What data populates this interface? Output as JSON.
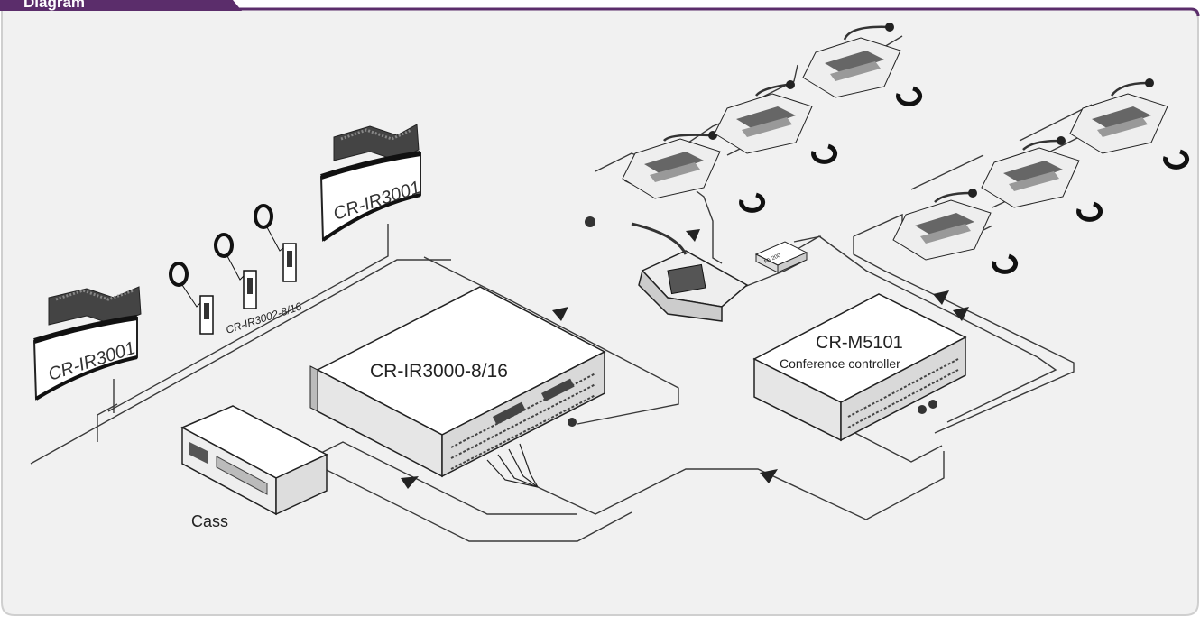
{
  "header": {
    "title": "Diagram"
  },
  "diagram": {
    "labels": {
      "ir_radiator_left": "CR-IR3001",
      "ir_radiator_right": "CR-IR3001",
      "ir_receiver": "CR-IR3002-8/16",
      "ir_transmitter": "CR-IR3000-8/16",
      "conference_controller_model": "CR-M5101",
      "conference_controller_desc": "Conference controller",
      "cassette_recorder": "Cass",
      "power_supply_box": "MV200"
    }
  },
  "colors": {
    "header_purple": "#5b2d6b",
    "panel_bg": "#f1f1f1",
    "panel_border": "#c8c8c8",
    "line": "#333333"
  }
}
